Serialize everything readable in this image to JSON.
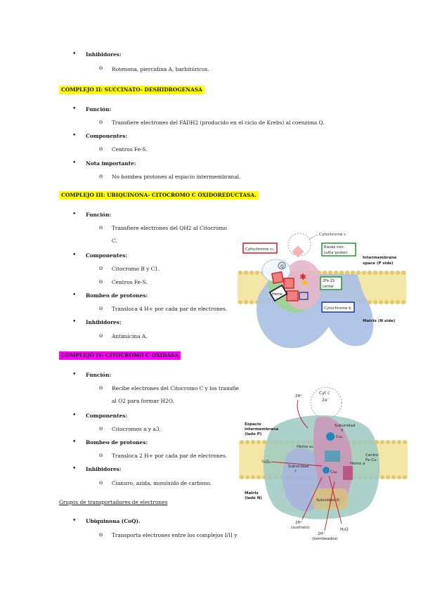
{
  "inhibitors_c1": {
    "label": "Inhibidores:",
    "item": "Rotenona, piercidina A, barbitúricos."
  },
  "complex2": {
    "title": "COMPLEJO II: SUCCINATO- DESHIDROGENASA",
    "function_label": "Función:",
    "function_text": "Transfiere electrones del FADH2 (producido en el ciclo de Krebs) al coenzima Q.",
    "components_label": "Componentes:",
    "components_text": "Centros Fe-S.",
    "note_label": "Nota importante:",
    "note_text": "No bombea protones al espacio intermembranal."
  },
  "complex3": {
    "title": "COMPLEJO III: UBIQUINONA- CITOCROMO C ÓXIDOREDUCTASA.",
    "function_label": "Función:",
    "function_text_1": "Transfiere electrones del QH2 al Citocromo",
    "function_text_2": "C.",
    "components_label": "Componentes:",
    "components_1": "Citocromo B y C1.",
    "components_2": "Centros Fe-S.",
    "pump_label": "Bombeo de protones:",
    "pump_text": "Transloca 4 H+ por cada par de electrones.",
    "inhibitors_label": "Inhibidores:",
    "inhibitors_text": "Antimicina A."
  },
  "complex4": {
    "title": "COMPLEJO IV: CITOCROMO C OXIDASA",
    "function_label": "Función:",
    "function_text_1": "Recibe electrones del Citocromo C y los transfiere",
    "function_text_2": "al O2 para formar H2O.",
    "components_label": "Componentes:",
    "components_text": "Citocromos a y a3.",
    "pump_label": "Bombeo de protones:",
    "pump_text": "Transloca 2 H+ por cada par de electrones.",
    "inhibitors_label": "Inhibidores:",
    "inhibitors_text": "Cianuro, azida, monóxido de carbono."
  },
  "carriers": {
    "title": "Grupos de transportadores de electrones",
    "ubiquinone_label": "Ubiquinona (CoQ).",
    "ubiquinone_text": "Transporta electrones entre los complejos I/II y III."
  },
  "fig1": {
    "cytochrome_c": "Cytochrome c",
    "cytochrome_c1": "Cytochrome c₁",
    "rieske_1": "Rieske iron-",
    "rieske_2": "sulfur protein",
    "intermembrane_1": "Intermembrane",
    "intermembrane_2": "space (P side)",
    "fes_1": "2Fe-2S",
    "fes_2": "center",
    "cytochrome_b": "Cytochrome b",
    "matrix": "Matrix (N side)",
    "heme": "Heme",
    "q_label": "Q"
  },
  "fig2": {
    "cytc": "Cyt c",
    "e": "2e⁻",
    "espacio_1": "Espacio",
    "espacio_2": "intermembrana",
    "espacio_3": "(lado P)",
    "h_top": "2H⁺",
    "sub2_1": "Subunidad",
    "sub2_2": "II",
    "cua": "Cuₐ",
    "centro_1": "Centro",
    "centro_2": "Fe-Cu",
    "hemo_a3": "Hemo a₃",
    "hemo_a": "Hemo a",
    "sub1_1": "Subunidad",
    "sub1_2": "I",
    "o2": "½O₂",
    "cub": "Cuᵦ",
    "sub3": "Subunidad III",
    "matrix_1": "Matriz",
    "matrix_2": "(lado N)",
    "h_sub_1": "2H⁺",
    "h_sub_2": "(sustrato)",
    "h_pump_1": "2H⁺",
    "h_pump_2": "(bombeados)",
    "h2o": "H₂O"
  },
  "colors": {
    "yellow_highlight": "#ffff00",
    "magenta_highlight": "#ff00ff"
  }
}
